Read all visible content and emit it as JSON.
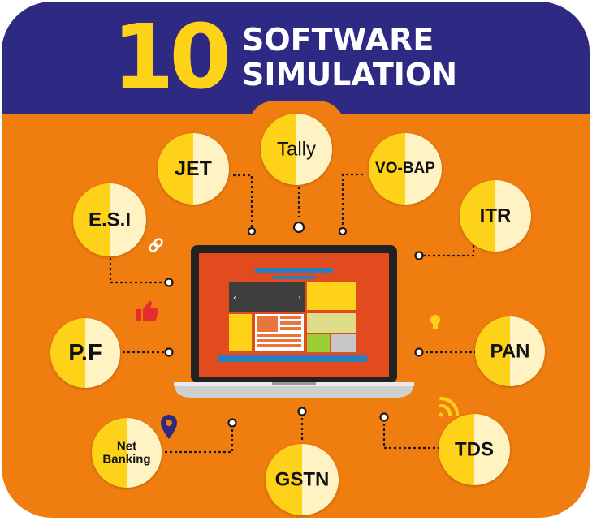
{
  "header": {
    "number": "10",
    "title_line1": "SOFTWARE",
    "title_line2": "SIMULATION"
  },
  "colors": {
    "navy": "#2e2a84",
    "orange": "#ef7d0f",
    "yellow": "#ffd21a",
    "cream": "#fff3c4"
  },
  "nodes": [
    {
      "id": "tally",
      "label": "Tally"
    },
    {
      "id": "jet",
      "label": "JET"
    },
    {
      "id": "vobap",
      "label": "VO-BAP"
    },
    {
      "id": "esi",
      "label": "E.S.I"
    },
    {
      "id": "itr",
      "label": "ITR"
    },
    {
      "id": "pf",
      "label": "P.F"
    },
    {
      "id": "pan",
      "label": "PAN"
    },
    {
      "id": "netbanking",
      "line1": "Net",
      "line2": "Banking"
    },
    {
      "id": "gstn",
      "label": "GSTN"
    },
    {
      "id": "tds",
      "label": "TDS"
    }
  ],
  "icons": [
    "link-icon",
    "thumbs-up-icon",
    "lightbulb-icon",
    "map-pin-icon",
    "wifi-signal-icon",
    "laptop-icon"
  ]
}
